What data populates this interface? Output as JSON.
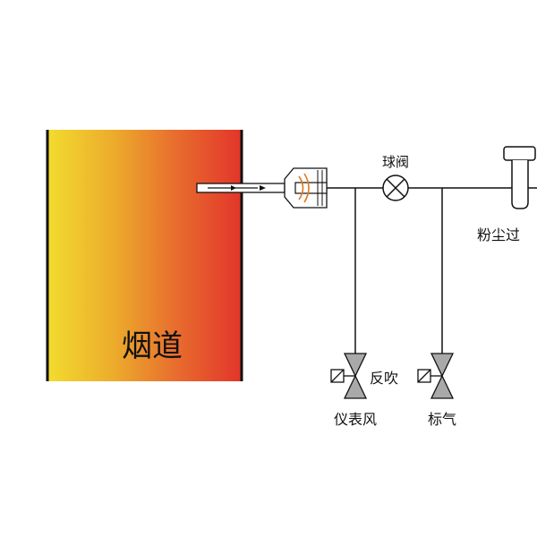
{
  "flue": {
    "label": "烟道"
  },
  "ball_valve": {
    "label": "球阀"
  },
  "filter": {
    "label": "粉尘过"
  },
  "blowback": {
    "label": "反吹"
  },
  "instrument_air": {
    "label": "仪表风"
  },
  "calibration_gas": {
    "label": "标气"
  },
  "colors": {
    "flue_gradient": [
      "#f2dc2f",
      "#ecaa2c",
      "#e86f2e",
      "#e2352a"
    ],
    "line": "#111111",
    "valve_fill": "#a9a9a9",
    "heat_arc": "#e07a20"
  }
}
